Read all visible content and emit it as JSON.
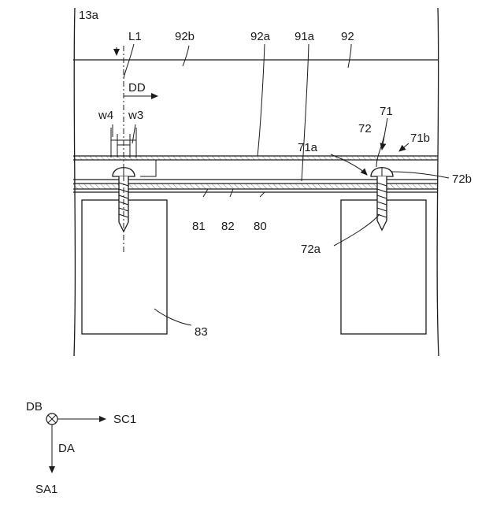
{
  "labels": {
    "ref_13a": "13a",
    "L1": "L1",
    "ref_92b": "92b",
    "ref_92a": "92a",
    "ref_91a": "91a",
    "ref_92": "92",
    "DD": "DD",
    "w4": "w4",
    "w3": "w3",
    "ref_71": "71",
    "ref_72": "72",
    "ref_71b": "71b",
    "ref_71a": "71a",
    "ref_72b": "72b",
    "ref_81": "81",
    "ref_82": "82",
    "ref_80": "80",
    "ref_72a": "72a",
    "ref_83": "83"
  },
  "axes": {
    "DB": "DB",
    "SC1": "SC1",
    "DA": "DA",
    "SA1": "SA1"
  }
}
